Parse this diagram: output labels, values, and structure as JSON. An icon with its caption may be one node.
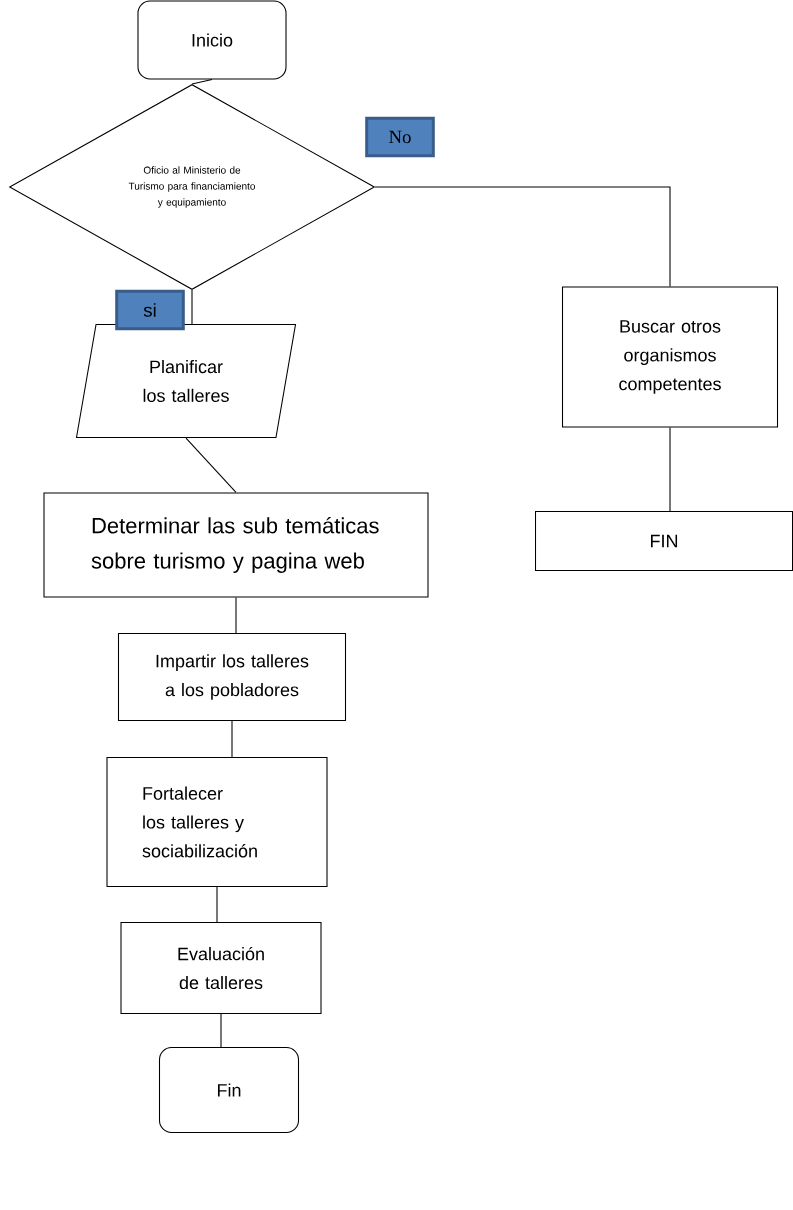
{
  "diagram": {
    "nodes": [
      {
        "text": [
          "Inicio"
        ]
      },
      {
        "text": [
          "Oficio al Ministerio de Turismo para financiamiento y equipamiento"
        ]
      },
      {
        "text": [
          "Planificar los talleres"
        ]
      },
      {
        "text": [
          "Determinar las sub temáticas sobre turismo y pagina web"
        ]
      },
      {
        "text": [
          "Impartir los talleres a los pobladores"
        ]
      },
      {
        "text": [
          "Fortalecer los talleres y sociabilización"
        ]
      },
      {
        "text": [
          "Evaluación de talleres"
        ]
      },
      {
        "text": [
          "Fin"
        ]
      },
      {
        "text": [
          "Buscar otros organismos competentes"
        ]
      },
      {
        "text": [
          "FIN"
        ]
      }
    ],
    "edges": [
      {
        "from": 0,
        "to": 1,
        "arrow": "none"
      },
      {
        "from": 1,
        "to": 2,
        "arrow": "none",
        "label": "si"
      },
      {
        "from": 1,
        "to": 8,
        "arrow": "none",
        "label": "No"
      },
      {
        "from": 2,
        "to": 3,
        "arrow": "none"
      },
      {
        "from": 3,
        "to": 4,
        "arrow": "none"
      },
      {
        "from": 4,
        "to": 5,
        "arrow": "none"
      },
      {
        "from": 5,
        "to": 6,
        "arrow": "none"
      },
      {
        "from": 6,
        "to": 7,
        "arrow": "none"
      },
      {
        "from": 8,
        "to": 9,
        "arrow": "none"
      }
    ]
  }
}
